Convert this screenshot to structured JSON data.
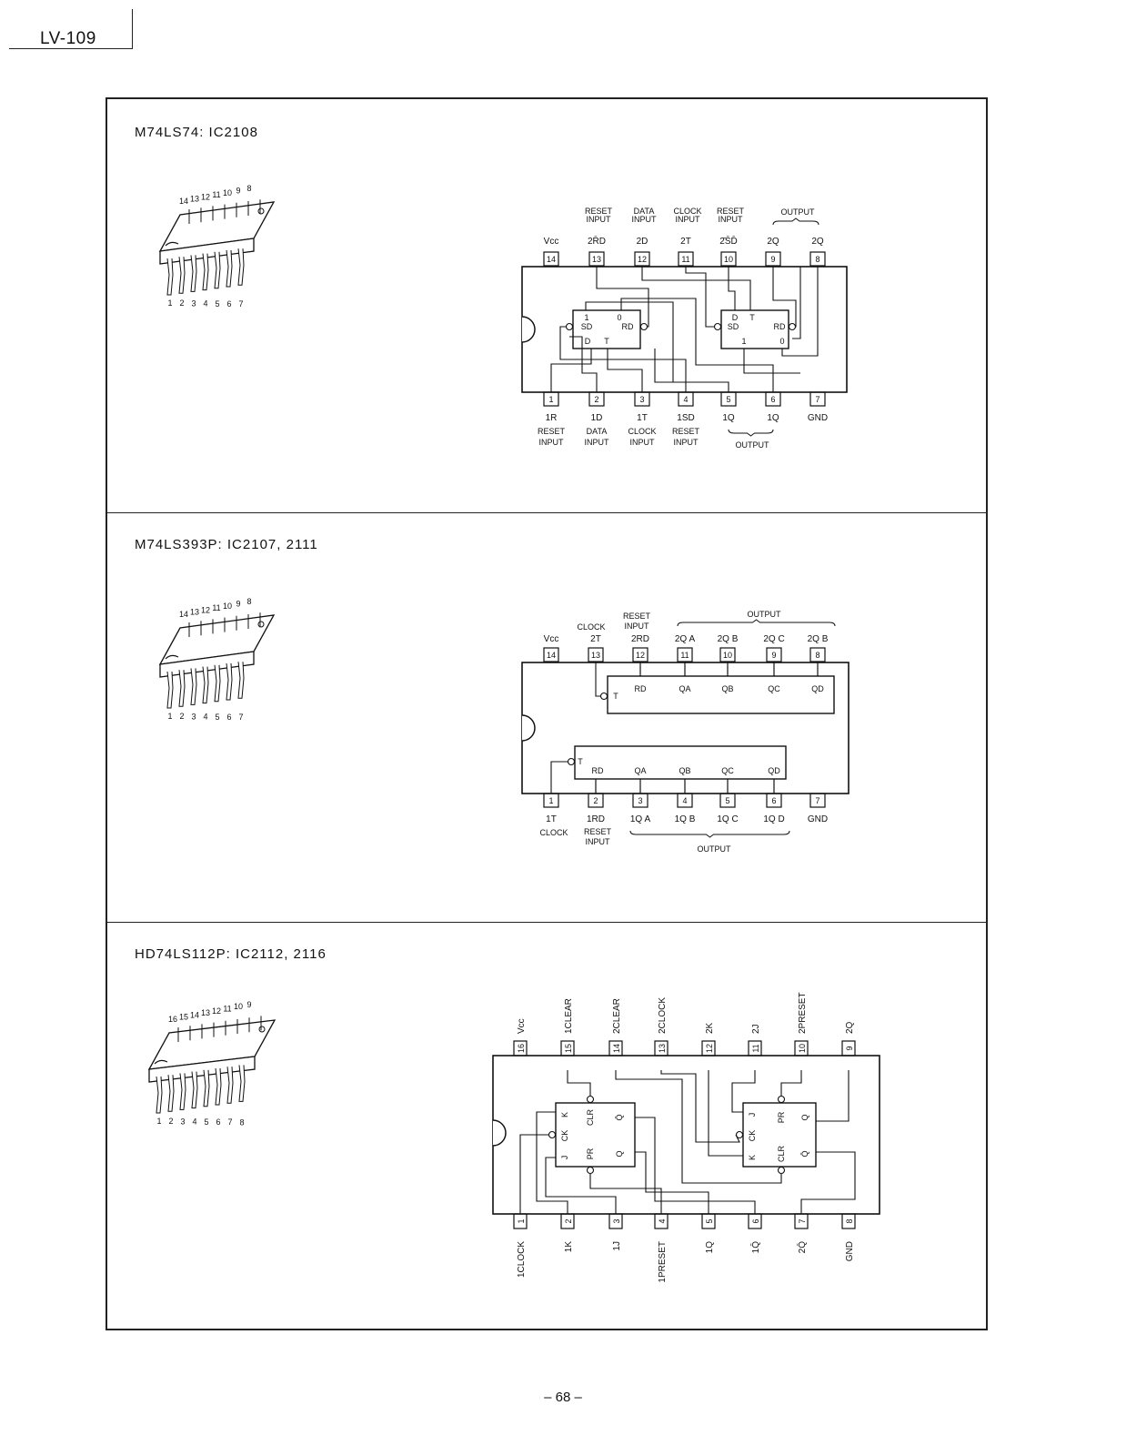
{
  "doc_tag": "LV-109",
  "page_number": "– 68 –",
  "ic1": {
    "title": "M74LS74: IC2108",
    "pkg_numbers": [
      "1",
      "2",
      "3",
      "4",
      "5",
      "6",
      "7",
      "8",
      "9",
      "10",
      "11",
      "12",
      "13",
      "14"
    ],
    "top_pins": [
      {
        "num": "14",
        "sig": "Vcc",
        "desc": ""
      },
      {
        "num": "13",
        "sig": "2R̄D",
        "desc": "RESET INPUT"
      },
      {
        "num": "12",
        "sig": "2D",
        "desc": "DATA INPUT"
      },
      {
        "num": "11",
        "sig": "2T",
        "desc": "CLOCK INPUT"
      },
      {
        "num": "10",
        "sig": "2̄S̄D̄",
        "desc": "RESET INPUT"
      },
      {
        "num": "9",
        "sig": "2Q",
        "desc": ""
      },
      {
        "num": "8",
        "sig": "2Q",
        "desc": ""
      }
    ],
    "top_output": "OUTPUT",
    "bottom_pins": [
      {
        "num": "1",
        "sig": "1R",
        "desc": "RESET INPUT"
      },
      {
        "num": "2",
        "sig": "1D",
        "desc": "DATA INPUT"
      },
      {
        "num": "3",
        "sig": "1T",
        "desc": "CLOCK INPUT"
      },
      {
        "num": "4",
        "sig": "1SD",
        "desc": "RESET INPUT"
      },
      {
        "num": "5",
        "sig": "1Q",
        "desc": ""
      },
      {
        "num": "6",
        "sig": "1Q",
        "desc": ""
      },
      {
        "num": "7",
        "sig": "GND",
        "desc": ""
      }
    ],
    "bottom_output": "OUTPUT",
    "ff1": {
      "sd": "SD",
      "rd": "RD",
      "d": "D",
      "t": "T",
      "q1": "1",
      "q2": "0"
    },
    "ff2": {
      "sd": "SD",
      "rd": "RD",
      "d": "D",
      "t": "T",
      "q1": "1",
      "q2": "0"
    }
  },
  "ic2": {
    "title": "M74LS393P: IC2107, 2111",
    "pkg_numbers": [
      "1",
      "2",
      "3",
      "4",
      "5",
      "6",
      "7",
      "8",
      "9",
      "10",
      "11",
      "12",
      "13",
      "14"
    ],
    "top_pins": [
      {
        "num": "14",
        "sig": "Vcc",
        "desc": ""
      },
      {
        "num": "13",
        "sig": "2T",
        "desc": "CLOCK"
      },
      {
        "num": "12",
        "sig": "2RD",
        "desc": "RESET INPUT"
      },
      {
        "num": "11",
        "sig": "2Q A",
        "desc": ""
      },
      {
        "num": "10",
        "sig": "2Q B",
        "desc": ""
      },
      {
        "num": "9",
        "sig": "2Q C",
        "desc": ""
      },
      {
        "num": "8",
        "sig": "2Q B",
        "desc": ""
      }
    ],
    "top_output": "OUTPUT",
    "bottom_pins": [
      {
        "num": "1",
        "sig": "1T",
        "desc": "CLOCK"
      },
      {
        "num": "2",
        "sig": "1RD",
        "desc": "RESET INPUT"
      },
      {
        "num": "3",
        "sig": "1Q A",
        "desc": ""
      },
      {
        "num": "4",
        "sig": "1Q B",
        "desc": ""
      },
      {
        "num": "5",
        "sig": "1Q C",
        "desc": ""
      },
      {
        "num": "6",
        "sig": "1Q D",
        "desc": ""
      },
      {
        "num": "7",
        "sig": "GND",
        "desc": ""
      }
    ],
    "bottom_output": "OUTPUT",
    "counter_top": [
      "T",
      "RD",
      "QA",
      "QB",
      "QC",
      "QD"
    ],
    "counter_bottom": [
      "T",
      "RD",
      "QA",
      "QB",
      "QC",
      "QD"
    ]
  },
  "ic3": {
    "title": "HD74LS112P: IC2112, 2116",
    "pkg_numbers": [
      "1",
      "2",
      "3",
      "4",
      "5",
      "6",
      "7",
      "8",
      "9",
      "10",
      "11",
      "12",
      "13",
      "14",
      "15",
      "16"
    ],
    "top_pins": [
      {
        "num": "16",
        "sig": "Vcc"
      },
      {
        "num": "15",
        "sig": "1CLEAR"
      },
      {
        "num": "14",
        "sig": "2CLEAR"
      },
      {
        "num": "13",
        "sig": "2CLOCK"
      },
      {
        "num": "12",
        "sig": "2K"
      },
      {
        "num": "11",
        "sig": "2J"
      },
      {
        "num": "10",
        "sig": "2PRESET"
      },
      {
        "num": "9",
        "sig": "2Q"
      }
    ],
    "bottom_pins": [
      {
        "num": "1",
        "sig": "1CLOCK"
      },
      {
        "num": "2",
        "sig": "1K"
      },
      {
        "num": "3",
        "sig": "1J"
      },
      {
        "num": "4",
        "sig": "1PRESET"
      },
      {
        "num": "5",
        "sig": "1Q"
      },
      {
        "num": "6",
        "sig": "1Q̄"
      },
      {
        "num": "7",
        "sig": "2Q̄"
      },
      {
        "num": "8",
        "sig": "GND"
      }
    ],
    "ff1": {
      "k": "K",
      "ck": "CK",
      "j": "J",
      "clr": "CLR",
      "pr": "PR",
      "qb": "Q̄",
      "q": "Q"
    },
    "ff2": {
      "j": "J",
      "ck": "CK",
      "k": "K",
      "pr": "PR",
      "clr": "CLR",
      "q": "Q",
      "qb": "Q̄"
    }
  }
}
